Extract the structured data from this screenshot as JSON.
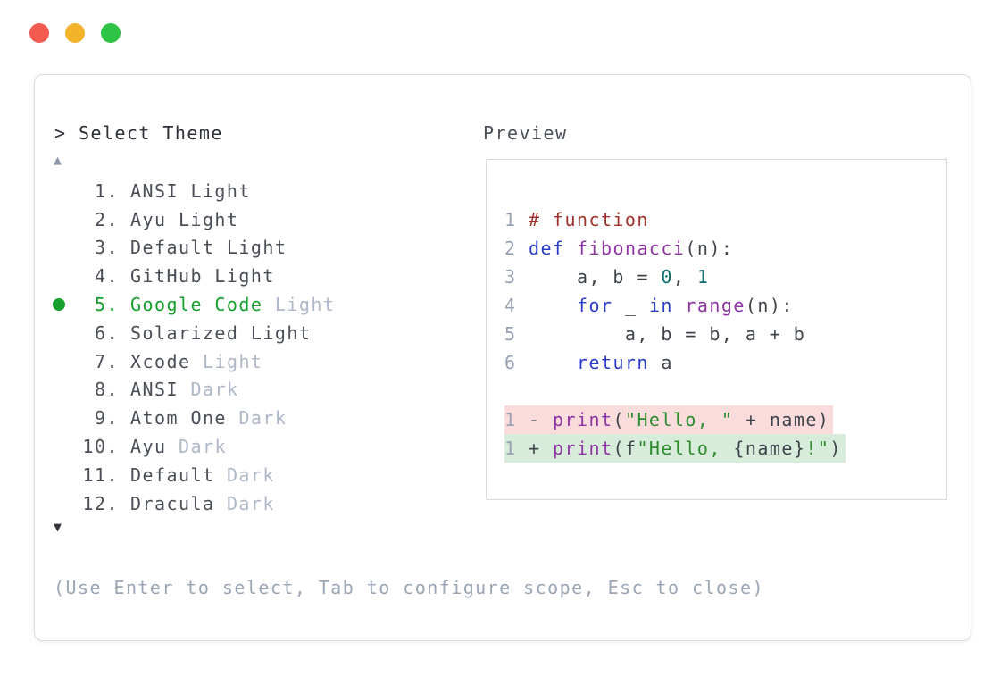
{
  "window": {
    "traffic_lights": [
      {
        "name": "close-button",
        "color": "#f15b50"
      },
      {
        "name": "minimize-button",
        "color": "#f3b32b"
      },
      {
        "name": "zoom-button",
        "color": "#2ec344"
      }
    ]
  },
  "selector": {
    "title": "> Select Theme",
    "scroll_up_icon": "▲",
    "scroll_down_icon": "▼",
    "items": [
      {
        "num": "1.",
        "name": "ANSI Light",
        "suffix": "",
        "muted": false,
        "selected": false
      },
      {
        "num": "2.",
        "name": "Ayu Light",
        "suffix": "",
        "muted": false,
        "selected": false
      },
      {
        "num": "3.",
        "name": "Default Light",
        "suffix": "",
        "muted": false,
        "selected": false
      },
      {
        "num": "4.",
        "name": "GitHub Light",
        "suffix": "",
        "muted": false,
        "selected": false
      },
      {
        "num": "5.",
        "name": "Google Code",
        "suffix": "Light",
        "muted": true,
        "selected": true
      },
      {
        "num": "6.",
        "name": "Solarized Light",
        "suffix": "",
        "muted": false,
        "selected": false
      },
      {
        "num": "7.",
        "name": "Xcode",
        "suffix": "Light",
        "muted": true,
        "selected": false
      },
      {
        "num": "8.",
        "name": "ANSI",
        "suffix": "Dark",
        "muted": true,
        "selected": false
      },
      {
        "num": "9.",
        "name": "Atom One",
        "suffix": "Dark",
        "muted": true,
        "selected": false
      },
      {
        "num": "10.",
        "name": "Ayu",
        "suffix": "Dark",
        "muted": true,
        "selected": false
      },
      {
        "num": "11.",
        "name": "Default",
        "suffix": "Dark",
        "muted": true,
        "selected": false
      },
      {
        "num": "12.",
        "name": "Dracula",
        "suffix": "Dark",
        "muted": true,
        "selected": false
      }
    ],
    "hint": "(Use Enter to select, Tab to configure scope, Esc to close)"
  },
  "preview": {
    "label": "Preview",
    "code_lines": [
      {
        "num": "1",
        "segs": [
          [
            "com",
            "# function"
          ]
        ]
      },
      {
        "num": "2",
        "segs": [
          [
            "kw",
            "def"
          ],
          [
            "pl",
            " "
          ],
          [
            "fn",
            "fibonacci"
          ],
          [
            "pl",
            "(n):"
          ]
        ]
      },
      {
        "num": "3",
        "segs": [
          [
            "pl",
            "    a, b = "
          ],
          [
            "lit",
            "0"
          ],
          [
            "pl",
            ", "
          ],
          [
            "lit",
            "1"
          ]
        ]
      },
      {
        "num": "4",
        "segs": [
          [
            "pl",
            "    "
          ],
          [
            "kw",
            "for"
          ],
          [
            "pl",
            " _ "
          ],
          [
            "kw",
            "in"
          ],
          [
            "pl",
            " "
          ],
          [
            "fn",
            "range"
          ],
          [
            "pl",
            "(n):"
          ]
        ]
      },
      {
        "num": "5",
        "segs": [
          [
            "pl",
            "        a, b = b, a + b"
          ]
        ]
      },
      {
        "num": "6",
        "segs": [
          [
            "pl",
            "    "
          ],
          [
            "kw",
            "return"
          ],
          [
            "pl",
            " a"
          ]
        ]
      },
      {
        "blank": true
      },
      {
        "num": "1",
        "diff": "del",
        "segs": [
          [
            "pl",
            "- "
          ],
          [
            "fn",
            "print"
          ],
          [
            "pl",
            "("
          ],
          [
            "str",
            "\"Hello, \""
          ],
          [
            "pl",
            " + name)"
          ]
        ]
      },
      {
        "num": "1",
        "diff": "add",
        "segs": [
          [
            "pl",
            "+ "
          ],
          [
            "fn",
            "print"
          ],
          [
            "pl",
            "(f"
          ],
          [
            "str",
            "\"Hello, "
          ],
          [
            "pl",
            "{name}"
          ],
          [
            "str",
            "!\""
          ],
          [
            "pl",
            ")"
          ]
        ]
      }
    ]
  },
  "colors": {
    "title": "#2b2f36",
    "item_text": "#4a4f57",
    "muted_suffix": "#aeb8c8",
    "hint_text": "#9aa5b6",
    "selected_green": "#17a02d",
    "scroll_up_arrow": "#8d99ab",
    "scroll_down_arrow": "#33373d",
    "panel_border": "#d9dce2",
    "preview_border": "#d6d9de",
    "code_plain": "#3f444b",
    "code_keyword": "#2b3cc8",
    "code_function": "#8d34a3",
    "code_comment": "#9e312b",
    "code_literal": "#0f6f71",
    "code_string": "#2e8b2d",
    "code_line_number": "#99a2b3",
    "diff_del_bg": "#fadcdd",
    "diff_add_bg": "#d7ecda"
  }
}
